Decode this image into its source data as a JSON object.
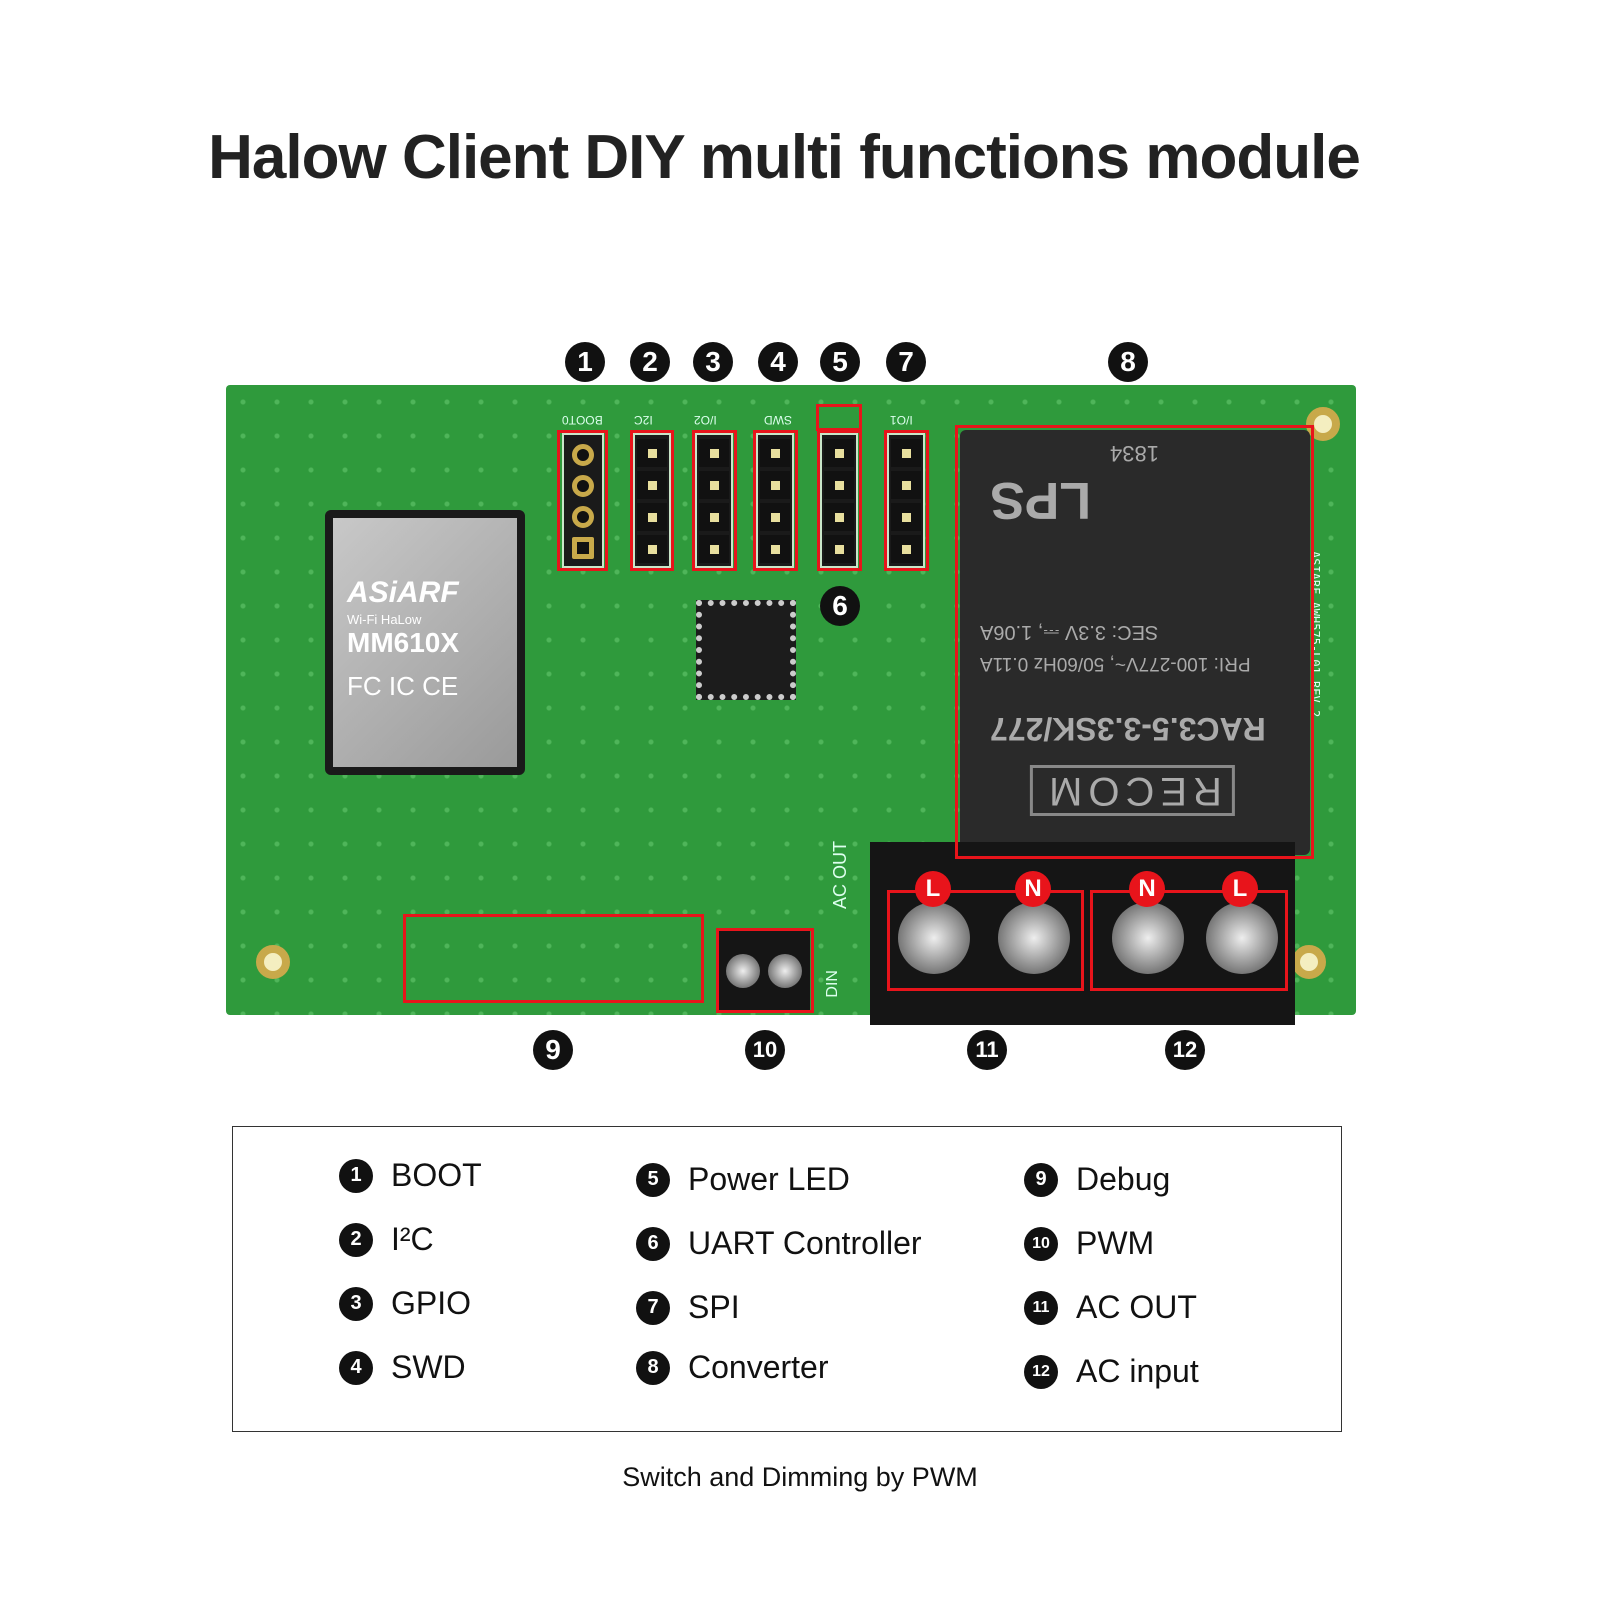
{
  "title": "Halow Client DIY multi functions module",
  "caption": "Switch and Dimming by PWM",
  "board": {
    "module_brand": "ASiARF",
    "module_sub": "Wi-Fi HaLow",
    "module_model": "MM610X",
    "module_cert": "FC IC CE",
    "converter_brand": "RECOM",
    "converter_model": "RAC3.5-3.3SK/277",
    "converter_pri": "PRI: 100-277V~, 50/60Hz 0.11A",
    "converter_sec": "SEC: 3.3V ⎓, 1.06A",
    "converter_lps": "LPS",
    "converter_id": "1834",
    "board_label": "ASIARF AWH575-L01 REV.2",
    "silk": [
      "BOOT0",
      "I2C",
      "I/O2",
      "SWD",
      "I/O1",
      "AC OUT",
      "DIN"
    ],
    "terminal_labels": [
      "L",
      "N",
      "N",
      "L"
    ]
  },
  "markers": [
    "1",
    "2",
    "3",
    "4",
    "5",
    "6",
    "7",
    "8",
    "9",
    "10",
    "11",
    "12"
  ],
  "legend": [
    {
      "n": "1",
      "label": "BOOT"
    },
    {
      "n": "2",
      "label": "I²C"
    },
    {
      "n": "3",
      "label": "GPIO"
    },
    {
      "n": "4",
      "label": "SWD"
    },
    {
      "n": "5",
      "label": "Power LED"
    },
    {
      "n": "6",
      "label": "UART Controller"
    },
    {
      "n": "7",
      "label": "SPI"
    },
    {
      "n": "8",
      "label": "Converter"
    },
    {
      "n": "9",
      "label": "Debug"
    },
    {
      "n": "10",
      "label": "PWM"
    },
    {
      "n": "11",
      "label": "AC OUT"
    },
    {
      "n": "12",
      "label": "AC input"
    }
  ]
}
